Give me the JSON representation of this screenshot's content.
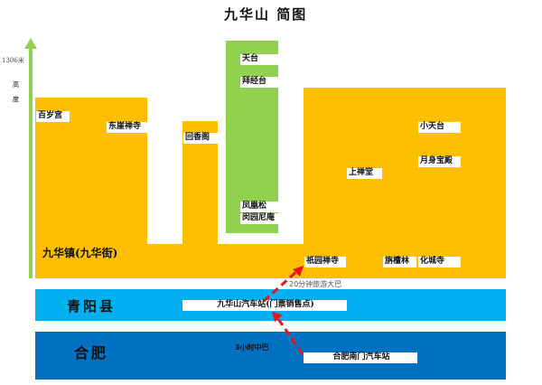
{
  "title": "九华山 简图",
  "axis": {
    "height_value": "1306米",
    "label": "高度",
    "color": "#92d050"
  },
  "regions": {
    "jiuhua_town": "九华镇(九华街)",
    "qingyang": "青阳县",
    "hefei": "合肥"
  },
  "spots": {
    "baisuigong": "百岁宫",
    "dongya": "东崖禅寺",
    "huixiangge": "回香阁",
    "tiantai": "天台",
    "baijingtai": "拜经台",
    "fenghuangsong": "凤凰松",
    "minyuan": "闵园尼庵",
    "xiaotiantai": "小天台",
    "yueshen": "月身宝殿",
    "shangchantang": "上禅堂",
    "qiyuan": "祇园禅寺",
    "zhantanlin": "旃檀林",
    "huacheng": "化城寺"
  },
  "stations": {
    "jiuhua_station": "九华山汽车站(门票销售点)",
    "hefei_station": "合肥南门汽车站"
  },
  "routes": {
    "bus_20min": "20分钟旅游大巴",
    "bus_3h": "3小时中巴"
  },
  "colors": {
    "mountain": "#fdbf00",
    "peak": "#92d050",
    "qingyang": "#00b0f0",
    "hefei": "#0070c0",
    "route": "#e8141b"
  }
}
